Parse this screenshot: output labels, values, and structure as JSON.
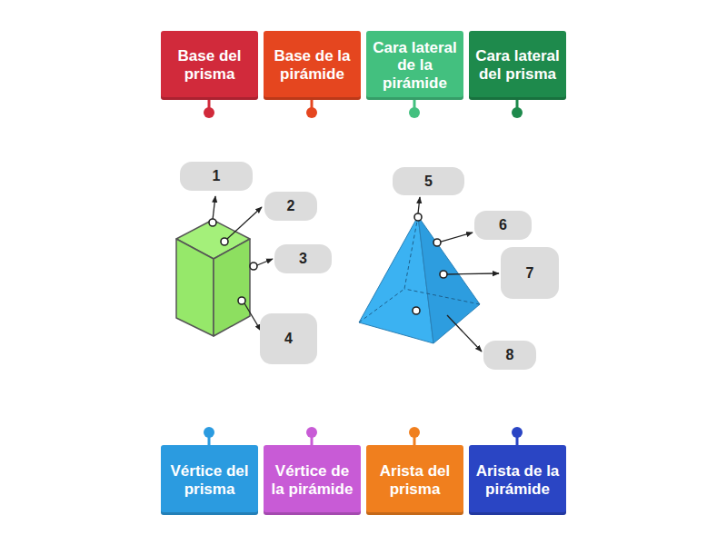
{
  "diagram": {
    "nodes": [
      {
        "text": [
          "Base del prisma"
        ]
      },
      {
        "text": [
          "Base de la pirámide"
        ]
      },
      {
        "text": [
          "Cara lateral de la pirámide"
        ]
      },
      {
        "text": [
          "Cara lateral del prisma"
        ]
      },
      {
        "text": [
          "1"
        ]
      },
      {
        "text": [
          "2"
        ]
      },
      {
        "text": [
          "3"
        ]
      },
      {
        "text": [
          "4"
        ]
      },
      {
        "text": [
          "5"
        ]
      },
      {
        "text": [
          "6"
        ]
      },
      {
        "text": [
          "7"
        ]
      },
      {
        "text": [
          "8"
        ]
      },
      {
        "text": [
          "Vértice del prisma"
        ]
      },
      {
        "text": [
          "Vértice de la pirámide"
        ]
      },
      {
        "text": [
          "Arista del prisma"
        ]
      },
      {
        "text": [
          "Arista de la pirámide"
        ]
      }
    ]
  }
}
